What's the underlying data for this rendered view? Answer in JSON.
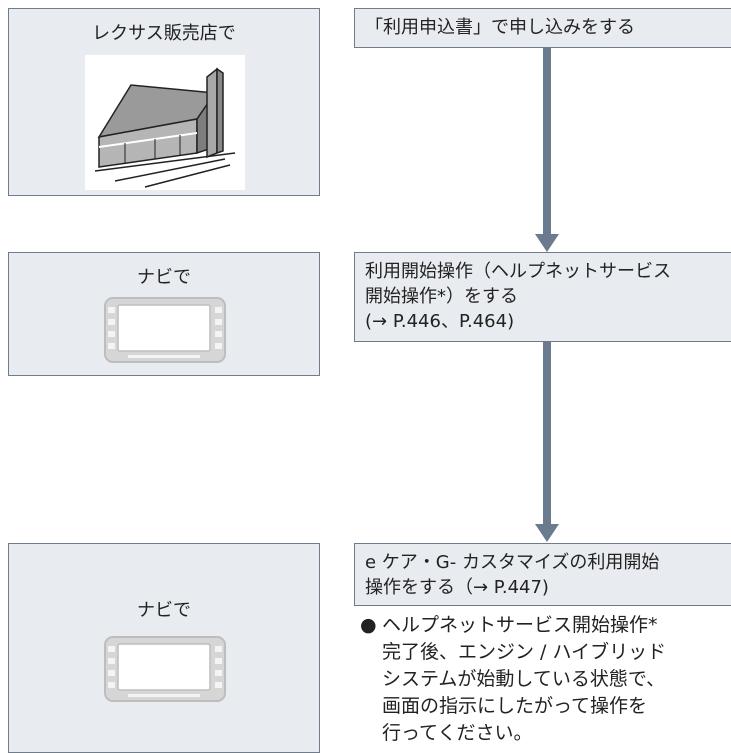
{
  "left_boxes": [
    {
      "caption": "レクサス販売店で",
      "image": "dealership-building-illustration"
    },
    {
      "caption": "ナビで",
      "image": "navigation-unit-illustration"
    },
    {
      "caption": "ナビで",
      "image": "navigation-unit-illustration"
    }
  ],
  "steps": [
    {
      "text": "「利用申込書」で申し込みをする"
    },
    {
      "line1": "利用開始操作（ヘルプネットサービス",
      "line2": "開始操作*）をする",
      "line3": "(→ P.446、P.464)"
    },
    {
      "line1": "e ケア・G- カスタマイズの利用開始",
      "line2": "操作をする（→ P.447)"
    }
  ],
  "note": {
    "bullet": "●",
    "line1": "ヘルプネットサービス開始操作*",
    "line2": "完了後、エンジン / ハイブリッド",
    "line3": "システムが始動している状態で、",
    "line4": "画面の指示にしたがって操作を",
    "line5": "行ってください。"
  },
  "colors": {
    "box_fill": "#e8ebef",
    "box_border": "#6f7c8c",
    "connector": "#6b7b8f"
  }
}
